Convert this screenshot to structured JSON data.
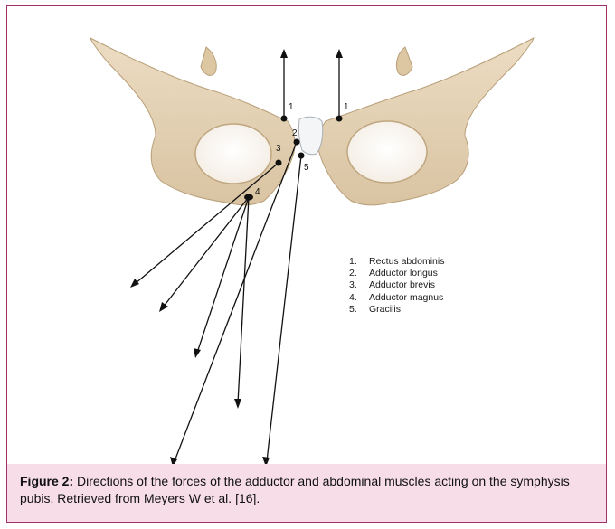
{
  "figure": {
    "labels": [
      {
        "id": "rectus-left",
        "text": "1"
      },
      {
        "id": "rectus-right",
        "text": "1"
      },
      {
        "id": "adductor-longus",
        "text": "2"
      },
      {
        "id": "adductor-brevis",
        "text": "3"
      },
      {
        "id": "adductor-magnus",
        "text": "4"
      },
      {
        "id": "gracilis",
        "text": "5"
      }
    ],
    "legend": [
      {
        "num": "1.",
        "text": "Rectus abdominis"
      },
      {
        "num": "2.",
        "text": "Adductor longus"
      },
      {
        "num": "3.",
        "text": "Adductor brevis"
      },
      {
        "num": "4.",
        "text": "Adductor magnus"
      },
      {
        "num": "5.",
        "text": "Gracilis"
      }
    ]
  },
  "caption": {
    "label": "Figure 2:",
    "text": " Directions of the forces of the adductor and abdominal muscles acting on the symphysis pubis. Retrieved from Meyers W et al. [16]."
  },
  "colors": {
    "border": "#a0306a",
    "caption_bg": "#f7dde8",
    "bone": "#e6d5bb",
    "bone_shadow": "#c4ad8b",
    "cartilage": "#f4f5f6"
  }
}
